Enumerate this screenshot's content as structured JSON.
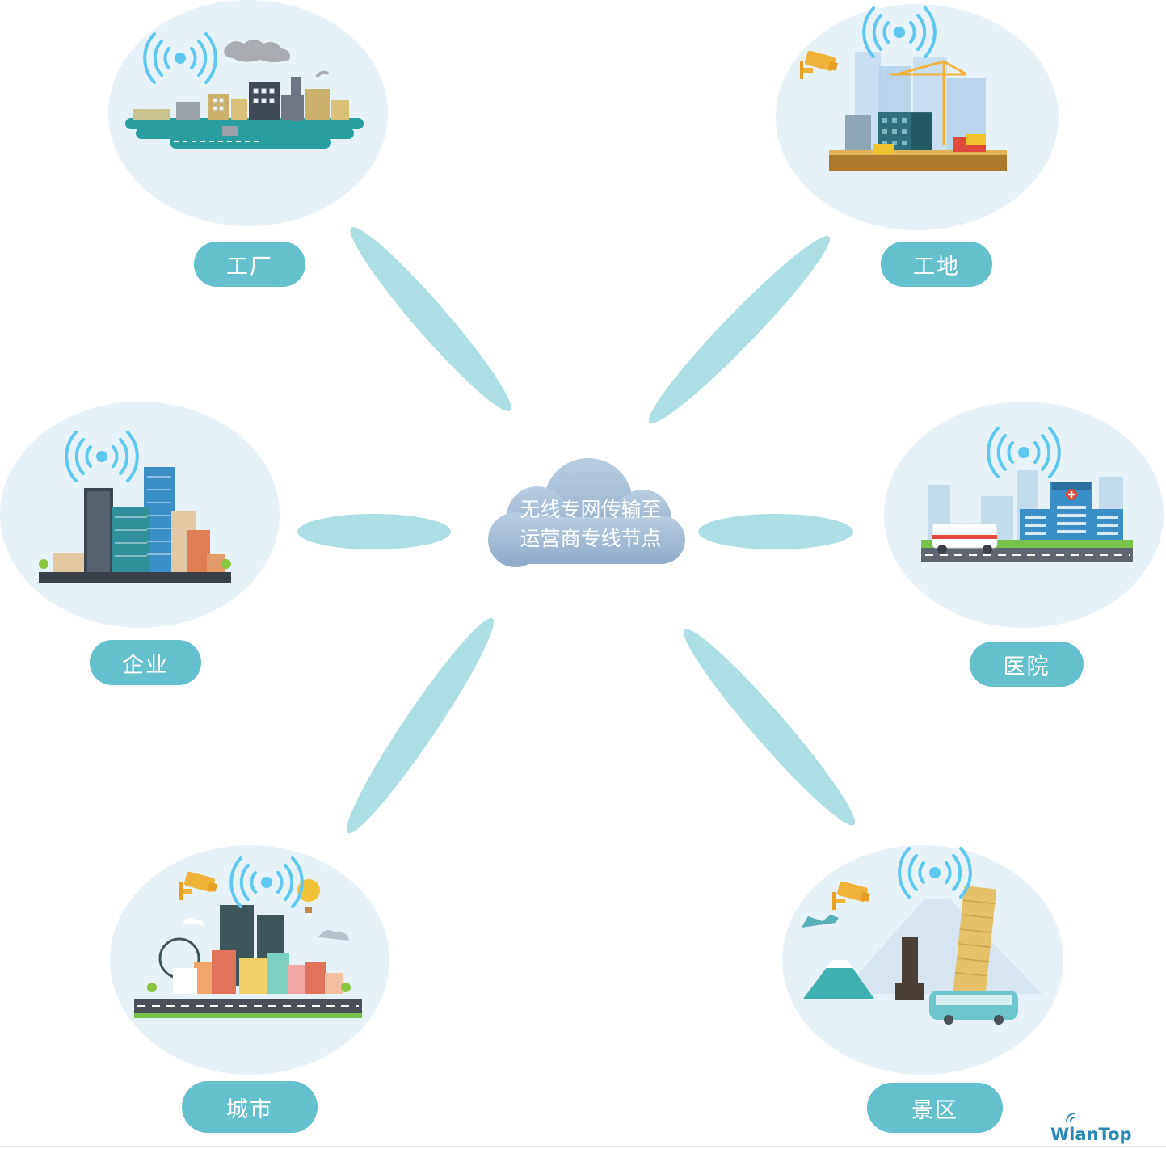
{
  "center": {
    "line1": "无线专网传输至",
    "line2": "运营商专线节点"
  },
  "nodes": {
    "factory": "工厂",
    "construction": "工地",
    "enterprise": "企业",
    "hospital": "医院",
    "city": "城市",
    "scenic": "景区"
  },
  "logo": "WlanTop",
  "colors": {
    "pill": "#63c0cc",
    "petal": "#acdee3",
    "bubble": "#e7f1f8",
    "cloud": "#aac2d8",
    "wifi": "#5ec8f0"
  }
}
